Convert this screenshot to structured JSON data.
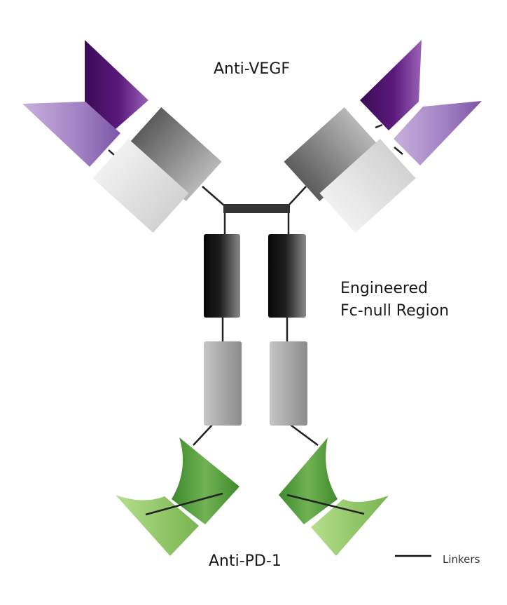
{
  "labels": {
    "top": "Anti-VEGF",
    "middle_line1": "Engineered",
    "middle_line2": "Fc-null Region",
    "bottom": "Anti-PD-1",
    "legend": "Linkers"
  },
  "colors": {
    "purple_dark": "#4a1368",
    "purple_light": "#a787c6",
    "grey_dark": "#6c6c6c",
    "grey_light": "#e3e3e3",
    "fc_dark": "#121212",
    "hinge": "#333333",
    "cdomain": "#a0a0a0",
    "green_dark": "#4f9a3a",
    "green_light": "#8fc566",
    "linker": "#222222"
  }
}
